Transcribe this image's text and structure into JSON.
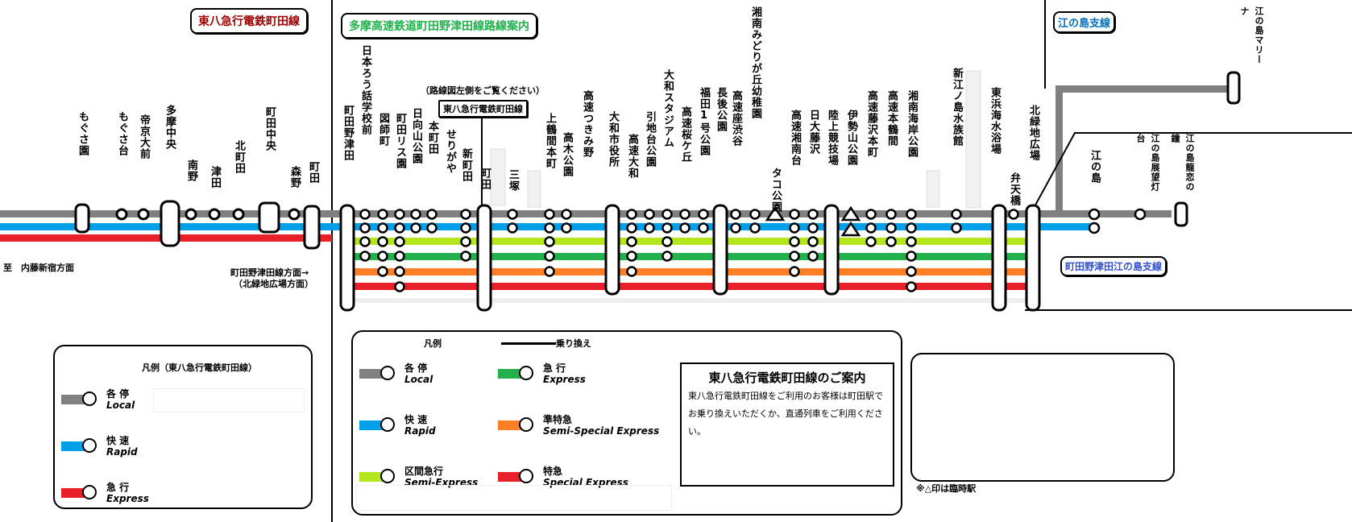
{
  "titles": {
    "tohachi_machida": "東八急行電鉄町田線",
    "tama_machida_notsuda": "多摩高速鉄道町田野津田線路線案内",
    "enoshima_branch": "江の島支線",
    "machida_notsuda_enoshima": "町田野津田江の島支線"
  },
  "left_stations": [
    "もぐさ園",
    "もぐさ台",
    "帝京大前",
    "多摩中央",
    "南野",
    "津田",
    "北町田",
    "町田中央",
    "森野",
    "町田"
  ],
  "main_stations": [
    "町田野津田",
    "日本ろう話学校前",
    "図師町",
    "町田リス園",
    "日向山公園",
    "本町田",
    "せりがや",
    "新町田",
    "町田",
    "三塚",
    "上鶴間本町",
    "高木公園",
    "高速つきみ野",
    "大和市役所",
    "高速大和",
    "引地台公園",
    "大和スタジアム",
    "高速桜ケ丘",
    "福田1号公園",
    "長後公園",
    "高速座渋谷",
    "湘南みどりが丘幼稚園",
    "タコ公園",
    "高速湘南台",
    "日大藤沢",
    "陸上競技場",
    "伊勢山公園",
    "高速藤沢本町",
    "高速本鶴間",
    "湘南海岸公園",
    "新江ノ島水族館",
    "東浜海水浴場",
    "弁天橋",
    "北緑地広場"
  ],
  "branch_stations": [
    "江の島",
    "江の島展望灯台",
    "江の島龍恋の鐘",
    "江の島マリーナ"
  ],
  "notes": {
    "to_naito_shinjuku": "至　内藤新宿方面",
    "to_machida_notsuda": "町田野津田線方面→",
    "to_kita_ryokuchi": "（北緑地広場方面）",
    "see_left": "（路線図左側をご覧ください）",
    "tohachi_label": "東八急行電鉄町田線",
    "temporary_station": "※△印は臨時駅"
  },
  "legend_left": {
    "title": "凡例（東八急行電鉄町田線）",
    "items": [
      {
        "ja": "各 停",
        "en": "Local",
        "color": "#808080"
      },
      {
        "ja": "快 速",
        "en": "Rapid",
        "color": "#00a0e8"
      },
      {
        "ja": "急 行",
        "en": "Express",
        "color": "#e8202a"
      }
    ]
  },
  "legend_main": {
    "title": "凡例",
    "transfer": "乗り換え",
    "items": [
      {
        "ja": "各 停",
        "en": "Local",
        "color": "#808080"
      },
      {
        "ja": "急 行",
        "en": "Express",
        "color": "#22b14c"
      },
      {
        "ja": "快 速",
        "en": "Rapid",
        "color": "#00a0e8"
      },
      {
        "ja": "準特急",
        "en": "Semi-Special Express",
        "color": "#ff7f27"
      },
      {
        "ja": "区間急行",
        "en": "Semi-Express",
        "color": "#b5e61d"
      },
      {
        "ja": "特急",
        "en": "Special Express",
        "color": "#e8202a"
      }
    ]
  },
  "info": {
    "title": "東八急行電鉄町田線のご案内",
    "body": "東八急行電鉄町田線をご利用のお客様は町田駅でお乗り換えいただくか、直通列車をご利用ください。"
  },
  "colors": {
    "local": "#808080",
    "rapid": "#00a0e8",
    "semi_express": "#b5e61d",
    "express": "#22b14c",
    "semi_special": "#ff7f27",
    "special": "#e8202a"
  }
}
